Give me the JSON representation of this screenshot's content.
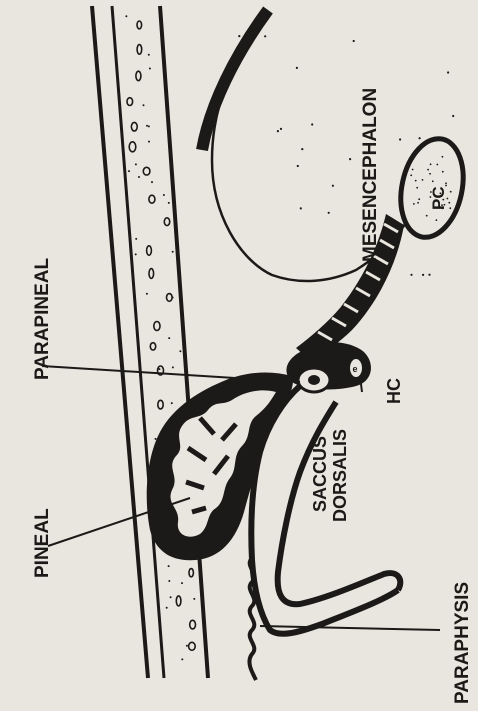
{
  "labels": {
    "pineal": "PINEAL",
    "parapineal": "PARAPINEAL",
    "paraphysis": "PARAPHYSIS",
    "saccus_line1": "SACCUS",
    "saccus_line2": "DORSALIS",
    "hc": "HC",
    "mesencephalon": "MESENCEPHALON",
    "pc": "PC"
  },
  "colors": {
    "ink": "#1b1a18",
    "paper": "#e9e6df"
  }
}
